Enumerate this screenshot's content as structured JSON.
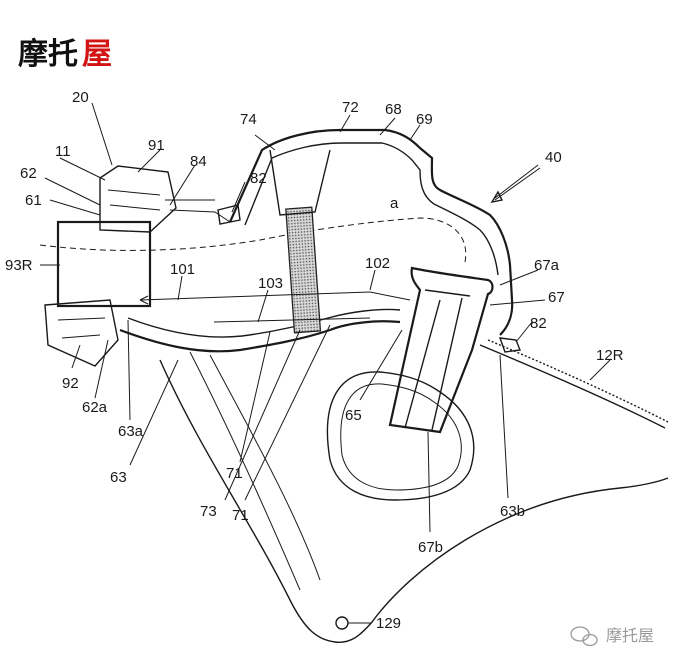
{
  "logo": {
    "part1": "摩托",
    "part2": "屋"
  },
  "watermark": {
    "text": "摩托屋",
    "icon": "wechat-icon"
  },
  "labels": {
    "l20": "20",
    "l11": "11",
    "l91": "91",
    "l84": "84",
    "l62": "62",
    "l61": "61",
    "l93R": "93R",
    "l82a": "82",
    "l74": "74",
    "l72": "72",
    "l68": "68",
    "l69": "69",
    "l40": "40",
    "la": "a",
    "l101": "101",
    "l103": "103",
    "l102": "102",
    "l67a": "67a",
    "l67": "67",
    "l82b": "82",
    "l12R": "12R",
    "l92": "92",
    "l62a": "62a",
    "l63a": "63a",
    "l63": "63",
    "l65": "65",
    "l71a": "71",
    "l73": "73",
    "l71b": "71",
    "l63b": "63b",
    "l67b": "67b",
    "l129": "129"
  }
}
